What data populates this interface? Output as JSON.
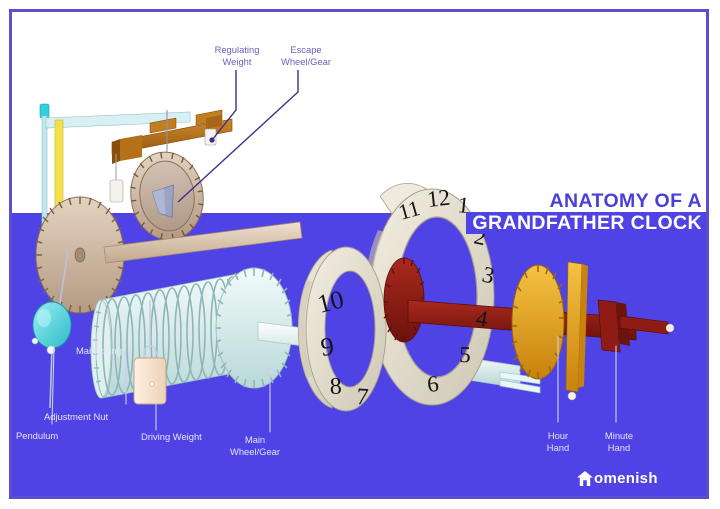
{
  "poster": {
    "title_line1": "ANATOMY OF A",
    "title_line2": "GRANDFATHER CLOCK",
    "brand": "omenish",
    "brand_icon": "house-icon",
    "background_color": "#5043e6",
    "title_accent_color": "#4a3fd8",
    "frame_color": "#5b4fd0",
    "label_dark_color": "#6a5fc4",
    "label_light_color": "#e6e4fb"
  },
  "labels": {
    "regulating_weight": "Regulating\nWeight",
    "escape_wheel": "Escape\nWheel/Gear",
    "mainspring": "Mainspring",
    "adjustment_nut": "Adjustment Nut",
    "pendulum": "Pendulum",
    "driving_weight": "Driving Weight",
    "main_wheel": "Main\nWheel/Gear",
    "hour_hand": "Hour\nHand",
    "minute_hand": "Minute\nHand"
  },
  "clock_face": {
    "front_ring_numerals": [
      "10",
      "9",
      "8",
      "7"
    ],
    "back_ring_numerals": [
      "11",
      "12",
      "1",
      "2",
      "3",
      "4",
      "5",
      "6"
    ]
  },
  "parts": {
    "escape_wheel_color": "#bca98f",
    "main_gear_color": "#dff0ee",
    "mainspring_color": "#cfe8ea",
    "pendulum_bob_color": "#5ad6df",
    "driving_weight_color": "#f7e0cb",
    "hour_hand_color": "#8f1c14",
    "minute_hand_color": "#e8a317",
    "regulating_bar_color": "#b5701a",
    "big_gear_color": "#cdb8a4",
    "dial_color": "#e8e2d4"
  }
}
